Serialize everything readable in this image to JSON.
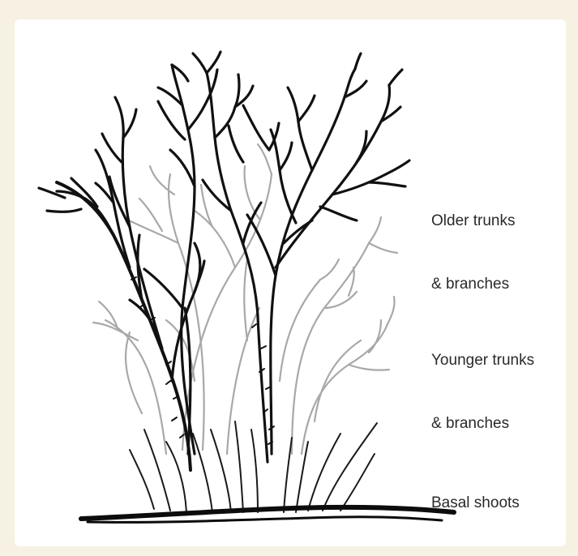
{
  "labels": {
    "older": {
      "line1": "Older trunks",
      "line2": "& branches"
    },
    "younger": {
      "line1": "Younger trunks",
      "line2": "& branches"
    },
    "basal": {
      "line1": "Basal shoots"
    }
  },
  "colors": {
    "older": "#111111",
    "younger": "#a8a8a8",
    "basal": "#1a1a1a",
    "ground": "#0c0c0c",
    "background": "#ffffff",
    "border": "#f6f1e2"
  }
}
